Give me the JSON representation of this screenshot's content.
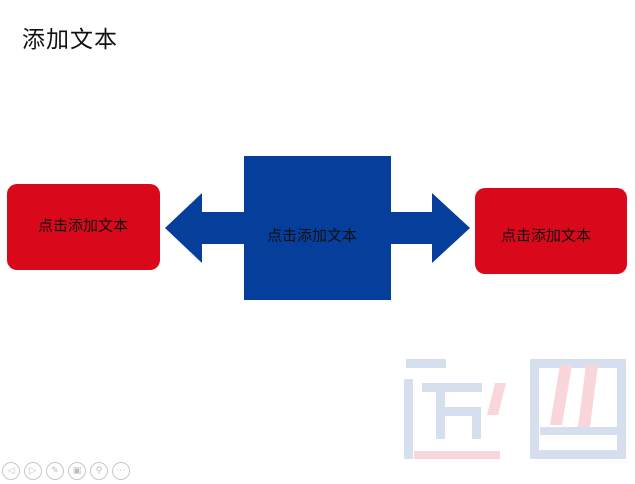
{
  "slide": {
    "title": "添加文本"
  },
  "diagram": {
    "left_box": {
      "label": "点击添加文本",
      "color": "#D9081A"
    },
    "center_box": {
      "label": "点击添加文本",
      "color": "#063E9C"
    },
    "right_box": {
      "label": "点击添加文本",
      "color": "#D9081A"
    },
    "arrow_color": "#063E9C"
  },
  "player_controls": [
    {
      "name": "previous-icon",
      "glyph": "◁"
    },
    {
      "name": "next-icon",
      "glyph": "▷"
    },
    {
      "name": "pen-icon",
      "glyph": "✎"
    },
    {
      "name": "slides-icon",
      "glyph": "▣"
    },
    {
      "name": "zoom-icon",
      "glyph": "⚲"
    },
    {
      "name": "more-icon",
      "glyph": "⋯"
    }
  ]
}
